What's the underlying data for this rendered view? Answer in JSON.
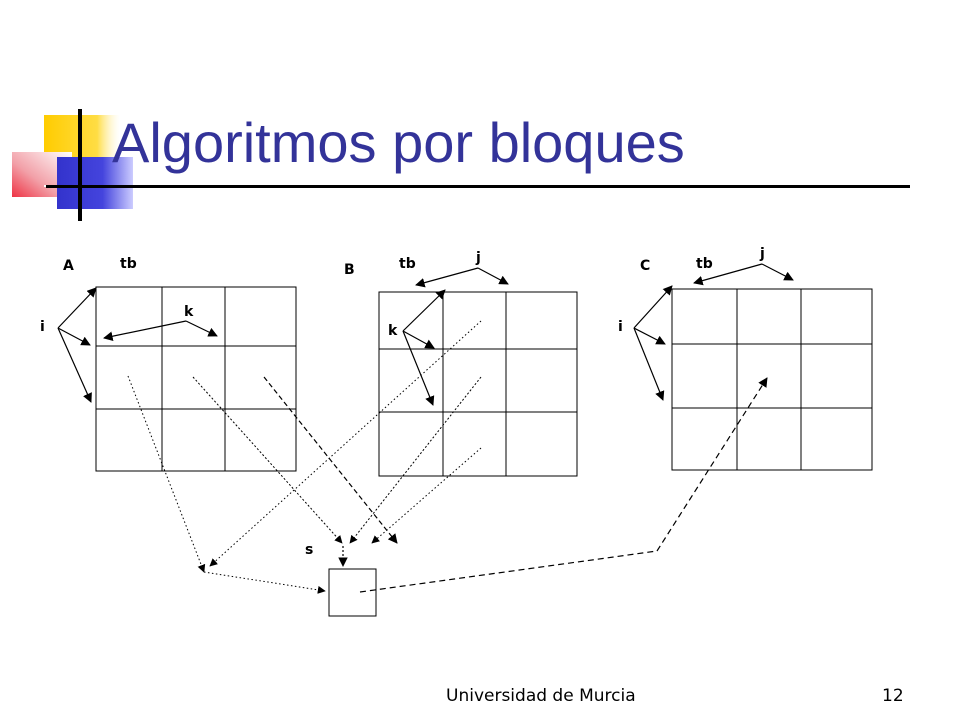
{
  "slide": {
    "title": "Algoritmos por bloques",
    "footer": "Universidad de Murcia",
    "page_number": "12"
  },
  "colors": {
    "title": "#333399",
    "deco_yellow": "#ffcc00",
    "deco_blue": "#3333cc",
    "deco_red": "#ee3344"
  },
  "diagram": {
    "matrix_a": {
      "name": "A",
      "tb": "tb",
      "row_index": "i",
      "col_index": "k"
    },
    "matrix_b": {
      "name": "B",
      "tb": "tb",
      "row_index": "k",
      "col_index": "j"
    },
    "matrix_c": {
      "name": "C",
      "tb": "tb",
      "row_index": "i",
      "col_index": "j"
    },
    "buffer": {
      "label": "s"
    }
  }
}
